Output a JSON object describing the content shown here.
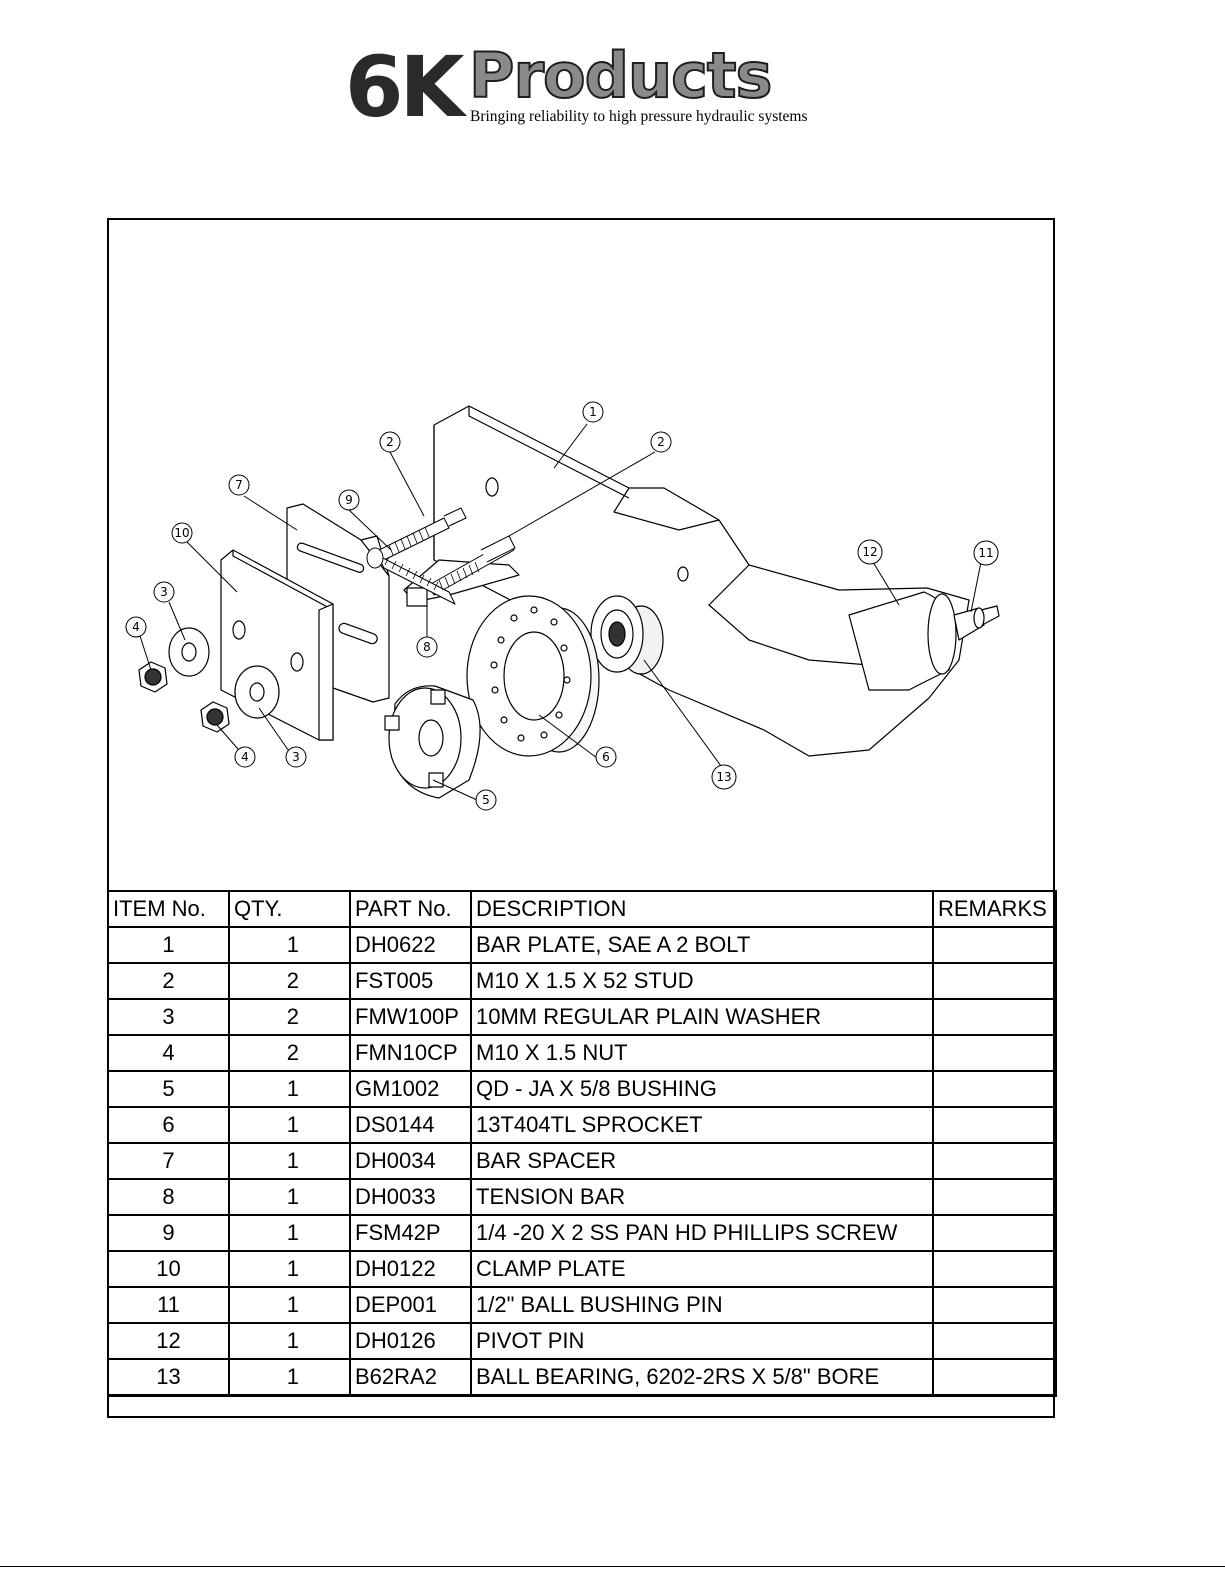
{
  "logo": {
    "mark": "6K",
    "word": "Products",
    "tagline": "Bringing reliability to high pressure hydraulic systems"
  },
  "drawing": {
    "balloons": [
      "1",
      "2",
      "2",
      "3",
      "3",
      "4",
      "4",
      "5",
      "6",
      "7",
      "8",
      "9",
      "10",
      "11",
      "12",
      "13"
    ]
  },
  "bom": {
    "headers": [
      "ITEM No.",
      "QTY.",
      "PART No.",
      "DESCRIPTION",
      "REMARKS"
    ],
    "rows": [
      {
        "item": "1",
        "qty": "1",
        "part": "DH0622",
        "desc": "BAR PLATE, SAE A 2 BOLT",
        "remarks": ""
      },
      {
        "item": "2",
        "qty": "2",
        "part": "FST005",
        "desc": "M10 X 1.5  X 52 STUD",
        "remarks": ""
      },
      {
        "item": "3",
        "qty": "2",
        "part": "FMW100P",
        "desc": "10MM REGULAR PLAIN WASHER",
        "remarks": ""
      },
      {
        "item": "4",
        "qty": "2",
        "part": "FMN10CP",
        "desc": "M10 X 1.5 NUT",
        "remarks": ""
      },
      {
        "item": "5",
        "qty": "1",
        "part": "GM1002",
        "desc": "QD - JA X 5/8 BUSHING",
        "remarks": ""
      },
      {
        "item": "6",
        "qty": "1",
        "part": "DS0144",
        "desc": "13T404TL SPROCKET",
        "remarks": ""
      },
      {
        "item": "7",
        "qty": "1",
        "part": "DH0034",
        "desc": "BAR SPACER",
        "remarks": ""
      },
      {
        "item": "8",
        "qty": "1",
        "part": "DH0033",
        "desc": "TENSION BAR",
        "remarks": ""
      },
      {
        "item": "9",
        "qty": "1",
        "part": "FSM42P",
        "desc": "1/4 -20 X 2 SS PAN HD PHILLIPS SCREW",
        "remarks": ""
      },
      {
        "item": "10",
        "qty": "1",
        "part": "DH0122",
        "desc": "CLAMP PLATE",
        "remarks": ""
      },
      {
        "item": "11",
        "qty": "1",
        "part": "DEP001",
        "desc": "1/2\" BALL BUSHING PIN",
        "remarks": ""
      },
      {
        "item": "12",
        "qty": "1",
        "part": "DH0126",
        "desc": "PIVOT PIN",
        "remarks": ""
      },
      {
        "item": "13",
        "qty": "1",
        "part": "B62RA2",
        "desc": "BALL BEARING, 6202-2RS X 5/8\" BORE",
        "remarks": ""
      }
    ]
  }
}
